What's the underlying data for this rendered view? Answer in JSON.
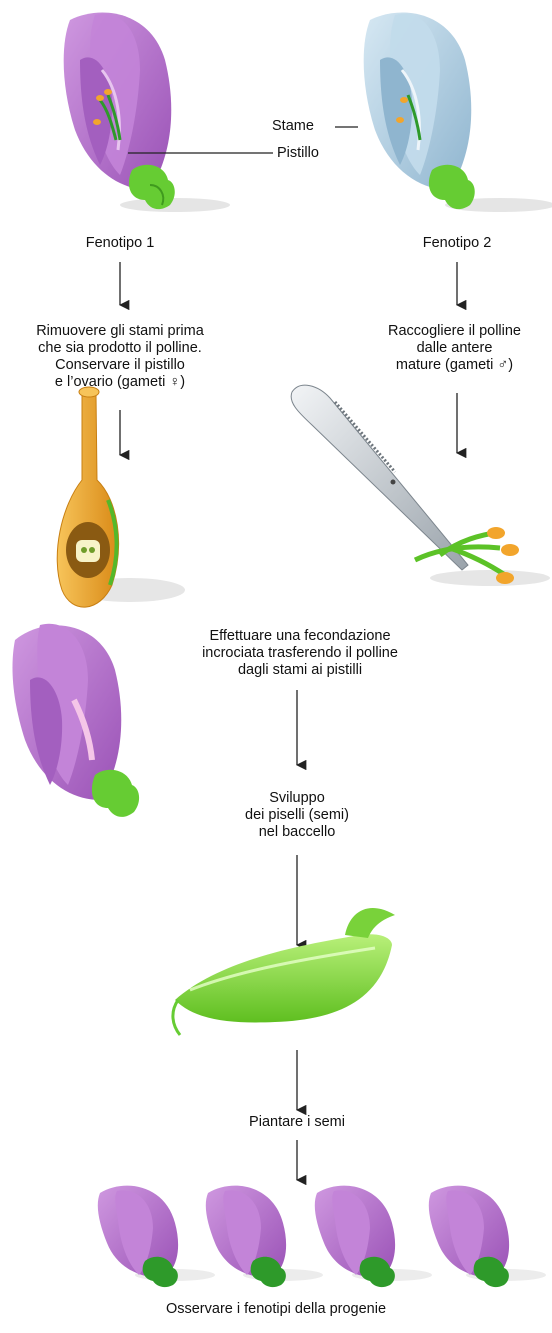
{
  "labels": {
    "stame": "Stame",
    "pistillo": "Pistillo",
    "fenotipo1": "Fenotipo 1",
    "fenotipo2": "Fenotipo 2",
    "step_left": [
      "Rimuovere gli stami prima",
      "che sia prodotto il polline.",
      "Conservare il pistillo",
      "e l’ovario (gameti ♀)"
    ],
    "step_right": [
      "Raccogliere il polline",
      "dalle antere",
      "mature (gameti ♂)"
    ],
    "step_cross": [
      "Effettuare una fecondazione",
      "incrociata trasferendo il polline",
      "dagli stami ai pistilli"
    ],
    "step_develop": [
      "Sviluppo",
      "dei piselli (semi)",
      "nel baccello"
    ],
    "step_plant": "Piantare i semi",
    "step_observe": "Osservare i fenotipi della progenie"
  },
  "colors": {
    "purple": "#b071c6",
    "purple_dark": "#8e4ea7",
    "purple_light": "#d7a8e3",
    "blue": "#a9cbe0",
    "blue_dark": "#7fa9c6",
    "green": "#66cc33",
    "green_dark": "#3f9a1e",
    "orange": "#f2a52c",
    "gold": "#e8a83a"
  }
}
